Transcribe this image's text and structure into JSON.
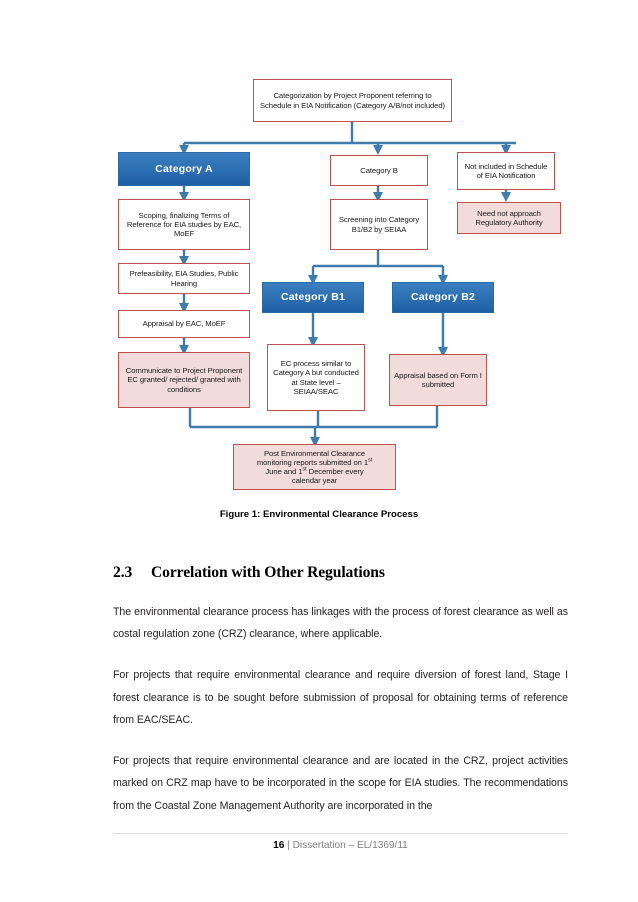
{
  "document": {
    "figure_caption": "Figure 1: Environmental Clearance Process",
    "section": {
      "number": "2.3",
      "title": "Correlation with Other Regulations"
    },
    "paragraphs": [
      "The environmental clearance process has linkages with the process of forest clearance as well as costal regulation zone (CRZ) clearance, where applicable.",
      "For projects that require environmental clearance and require diversion of forest land, Stage I forest clearance is to be sought before submission of proposal for obtaining terms of reference from EAC/SEAC.",
      "For projects that require environmental clearance and are located in the CRZ, project activities marked on CRZ map have to be incorporated in the scope for EIA studies. The recommendations from the Coastal Zone Management Authority are incorporated in the"
    ],
    "footer": {
      "page_number": "16",
      "separator": "|",
      "label": "Dissertation – EL/1369/11"
    }
  },
  "flowchart": {
    "colors": {
      "blue_fill": "#2e72b4",
      "blue_border": "#2a6aa8",
      "box_border": "#c0504d",
      "pink_fill": "#f2dcdb",
      "connector": "#3f7cac"
    },
    "nodes": {
      "categorization": "Categorization by Project Proponent referring to Schedule in EIA Notification (Category A/B/not included)",
      "category_a": "Category A",
      "scoping": "Scoping, finalizing Terms of Reference for EIA studies by EAC, MoEF",
      "prefeasibility": "Prefeasibility, EIA Studies, Public Hearing",
      "appraisal_eac": "Appraisal by EAC, MoEF",
      "communicate": "Communicate to Project Proponent EC granted/ rejected/ granted with conditions",
      "category_b": "Category B",
      "screening": "Screening into Category B1/B2 by SEIAA",
      "category_b1": "Category B1",
      "category_b2": "Category B2",
      "ec_process_b1": "EC process similar to Category A but conducted at State level – SEIAA/SEAC",
      "appraisal_b2": "Appraisal based on Form I submitted",
      "not_included": "Not included in Schedule of EIA Notification",
      "need_not_approach": "Need not approach Regulatory Authority",
      "post_clearance_line1": "Post Environmental Clearance",
      "post_clearance_line2_a": "monitoring reports submitted on 1",
      "post_clearance_line2_sup": "st",
      "post_clearance_line3_a": "June and 1",
      "post_clearance_line3_sup": "st",
      "post_clearance_line3_b": " December every",
      "post_clearance_line4": "calendar year"
    }
  }
}
